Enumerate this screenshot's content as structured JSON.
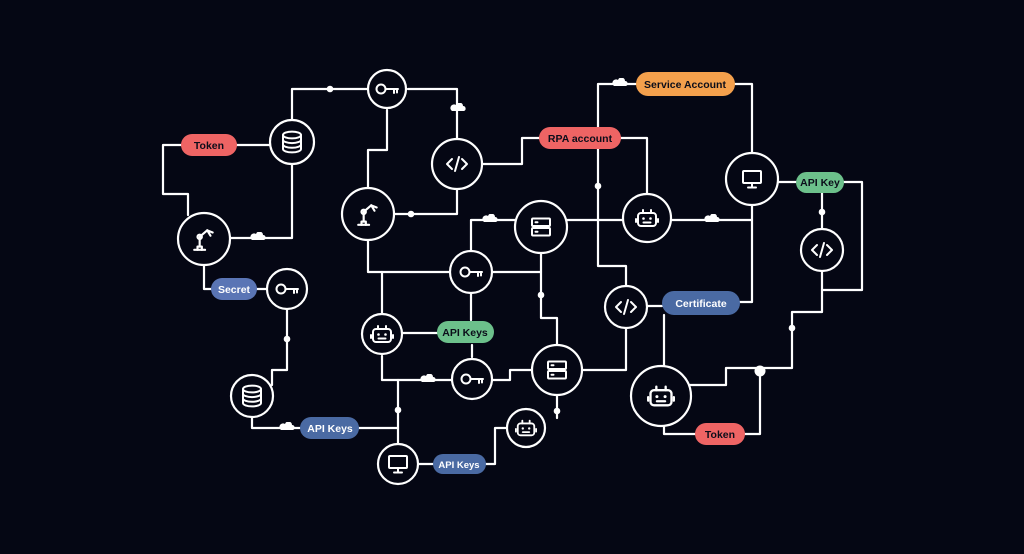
{
  "colors": {
    "background": "#050714",
    "line": "#ffffff",
    "red": "#ee6464",
    "orange": "#f4a04c",
    "green": "#6cc08b",
    "blue": "#5a75b5",
    "dark_blue": "#4a6aa3"
  },
  "labels": {
    "token_top": "Token",
    "secret": "Secret",
    "api_keys_bottom_left": "API Keys",
    "api_keys_bottom": "API Keys",
    "api_keys_middle": "API Keys",
    "rpa_account": "RPA account",
    "service_account": "Service Account",
    "api_key_right": "API Key",
    "certificate": "Certificate",
    "token_bottom": "Token"
  },
  "nodes": [
    {
      "id": "db-top",
      "icon": "database-icon"
    },
    {
      "id": "key-top",
      "icon": "key-icon"
    },
    {
      "id": "code-top",
      "icon": "code-icon"
    },
    {
      "id": "robot-arm-left",
      "icon": "robot-arm-icon"
    },
    {
      "id": "robot-arm-center",
      "icon": "robot-arm-icon"
    },
    {
      "id": "key-left",
      "icon": "key-icon"
    },
    {
      "id": "db-bottom-left",
      "icon": "database-icon"
    },
    {
      "id": "server-center",
      "icon": "server-icon"
    },
    {
      "id": "key-center",
      "icon": "key-icon"
    },
    {
      "id": "bot-left",
      "icon": "bot-icon"
    },
    {
      "id": "key-lower",
      "icon": "key-icon"
    },
    {
      "id": "server-lower",
      "icon": "server-icon"
    },
    {
      "id": "monitor-bottom",
      "icon": "monitor-icon"
    },
    {
      "id": "bot-small",
      "icon": "bot-icon"
    },
    {
      "id": "bot-rpa",
      "icon": "bot-icon"
    },
    {
      "id": "code-middle",
      "icon": "code-icon"
    },
    {
      "id": "monitor-right",
      "icon": "monitor-icon"
    },
    {
      "id": "code-right",
      "icon": "code-icon"
    },
    {
      "id": "bot-large",
      "icon": "bot-icon"
    }
  ]
}
